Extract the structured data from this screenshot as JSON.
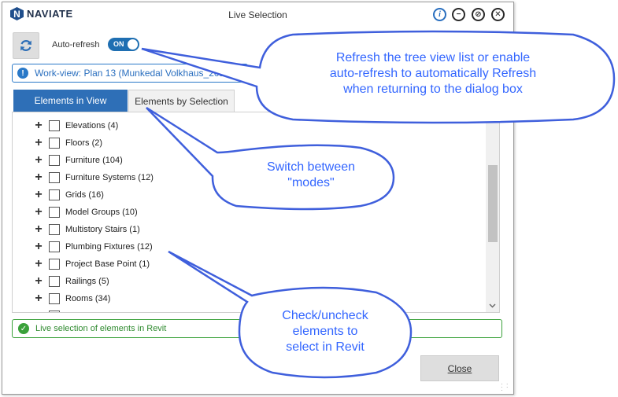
{
  "window": {
    "title": "Live Selection",
    "logo_letter": "N",
    "logo_text": "NAVIATE",
    "buttons": {
      "info": "i",
      "minimize": "−",
      "restore": "⊘",
      "close": "✕"
    }
  },
  "toolbar": {
    "auto_refresh_label": "Auto-refresh",
    "toggle_state": "ON"
  },
  "work_view": {
    "icon": "!",
    "text": "Work-view: Plan 13 (Munkedal Volkhaus_201"
  },
  "tabs": [
    {
      "label": "Elements in View",
      "active": true
    },
    {
      "label": "Elements by Selection",
      "active": false
    }
  ],
  "tree_items": [
    {
      "label": "Elevations (4)"
    },
    {
      "label": "Floors (2)"
    },
    {
      "label": "Furniture (104)"
    },
    {
      "label": "Furniture Systems (12)"
    },
    {
      "label": "Grids (16)"
    },
    {
      "label": "Model Groups (10)"
    },
    {
      "label": "Multistory Stairs (1)"
    },
    {
      "label": "Plumbing Fixtures (12)"
    },
    {
      "label": "Project Base Point (1)"
    },
    {
      "label": "Railings (5)"
    },
    {
      "label": "Rooms (34)"
    }
  ],
  "status": {
    "text": "Live selection of elements in Revit",
    "color": "#3aa13a"
  },
  "close_button": {
    "label": "Close"
  },
  "annotations": {
    "color": "#3366ff",
    "refresh": {
      "line1": "Refresh the tree view list or enable",
      "line2": "auto-refresh to automatically Refresh",
      "line3": "when returning to the dialog box"
    },
    "modes": {
      "line1": "Switch between",
      "line2": "\"modes\""
    },
    "check": {
      "line1": "Check/uncheck",
      "line2": "elements to",
      "line3": "select in Revit"
    }
  },
  "icons": {
    "refresh": "refresh-icon",
    "expand": "plus-icon",
    "scroll_up": "chevron-up-icon",
    "scroll_down": "chevron-down-icon"
  }
}
